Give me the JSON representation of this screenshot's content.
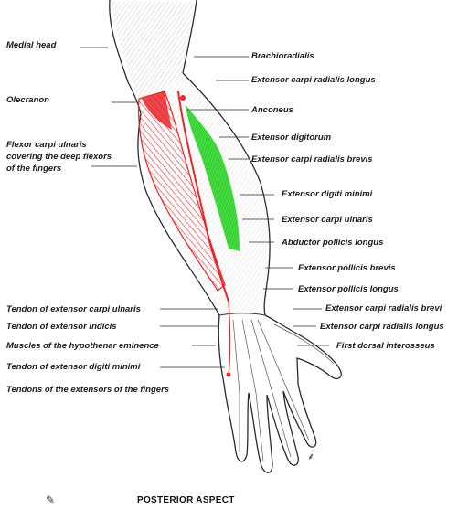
{
  "labels": {
    "left": {
      "medial_head": "Medial head",
      "olecranon": "Olecranon",
      "fcu_line1": "Flexor carpi ulnaris",
      "fcu_line2": "covering the deep flexors",
      "fcu_line3": "of the fingers",
      "tendon_ecu": "Tendon of extensor carpi ulnaris",
      "tendon_ei": "Tendon of extensor indicis",
      "hypothenar": "Muscles of the hypothenar eminence",
      "tendon_edm": "Tendon of extensor digiti minimi",
      "tendons_fingers": "Tendons of the extensors of the fingers"
    },
    "right": {
      "brachioradialis": "Brachioradialis",
      "ecrl": "Extensor carpi radialis longus",
      "anconeus": "Anconeus",
      "ed": "Extensor digitorum",
      "ecrb": "Extensor carpi radialis brevis",
      "edm": "Extensor digiti minimi",
      "ecu": "Extensor carpi ulnaris",
      "apl": "Abductor pollicis longus",
      "epb": "Extensor pollicis brevis",
      "epl": "Extensor pollicis longus",
      "ecrb_tendon": "Extensor carpi radialis brevi",
      "ecrl_tendon": "Extensor carpi radialis longus",
      "fdi": "First dorsal interosseus"
    }
  },
  "footer": {
    "title": "POSTERIOR ASPECT"
  },
  "colors": {
    "highlight_red": "#e8262a",
    "highlight_green": "#2fd62a",
    "line": "#2b2b2b"
  }
}
